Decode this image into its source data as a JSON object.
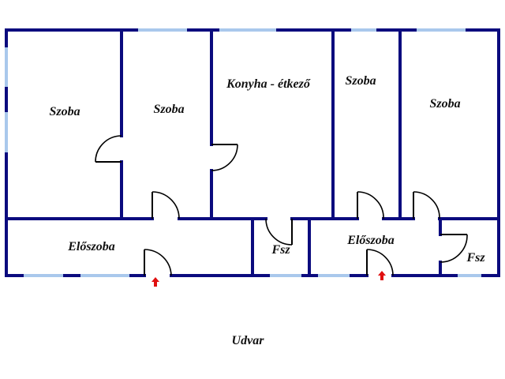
{
  "colors": {
    "wall": "#0b0b7e",
    "window": "#a9c8ec",
    "door": "#000000",
    "entrance_arrow": "#e01010"
  },
  "rooms": [
    {
      "label": "Szoba"
    },
    {
      "label": "Szoba"
    },
    {
      "label": "Konyha - étkező"
    },
    {
      "label": "Szoba"
    },
    {
      "label": "Szoba"
    },
    {
      "label": "Előszoba"
    },
    {
      "label": "Fsz"
    },
    {
      "label": "Előszoba"
    },
    {
      "label": "Fsz"
    }
  ],
  "outside": {
    "label": "Udvar"
  }
}
